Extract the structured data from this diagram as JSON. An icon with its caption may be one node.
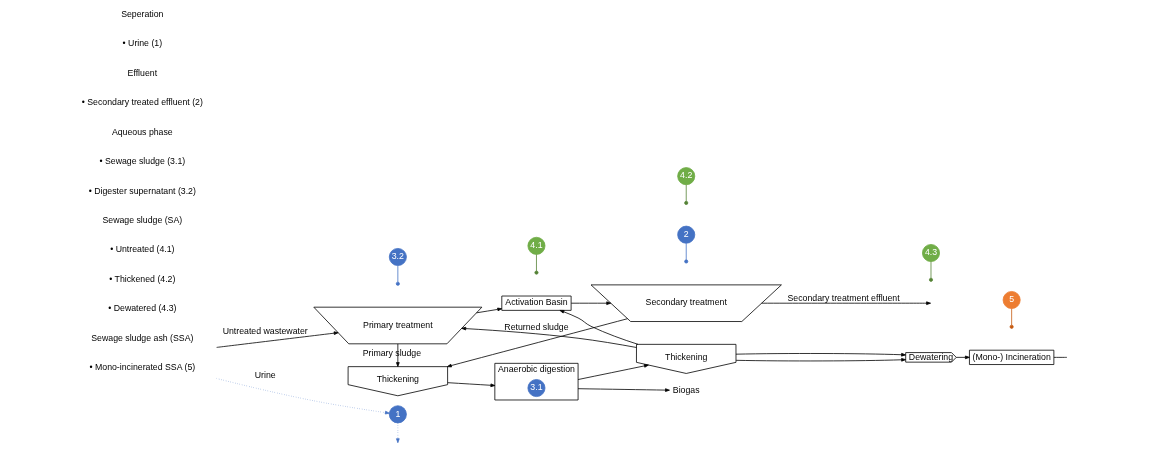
{
  "diagram": {
    "nodes": [
      {
        "text": [
          "1"
        ]
      },
      {
        "text": [
          "Primary treatment"
        ]
      },
      {
        "text": [
          "Activation Basin"
        ]
      },
      {
        "text": [
          "Secondary treatment"
        ]
      },
      {
        "text": [
          "2"
        ]
      },
      {
        "text": [
          "3.2"
        ]
      },
      {
        "text": [
          "Thickening"
        ]
      },
      {
        "text": [
          "Anaerobic digestion"
        ]
      },
      {
        "text": [
          "3.1"
        ],
        "in": 7
      },
      {
        "text": [
          "Biogas"
        ]
      },
      {
        "text": [
          "4.1"
        ]
      },
      {
        "text": [
          "Thickening"
        ]
      },
      {
        "text": [
          "4.2"
        ]
      },
      {
        "text": [
          "Dewatering"
        ]
      },
      {
        "text": [
          "4.3"
        ]
      },
      {
        "text": [
          "5"
        ]
      },
      {
        "text": [
          "(Mono-) Incineration"
        ]
      }
    ],
    "edges": [
      {
        "from": null,
        "to": 1,
        "arrow": "to",
        "label": "Untreated wastewater"
      },
      {
        "from": null,
        "to": 0,
        "arrow": "to",
        "label": "Urine",
        "style": "dashed",
        "color": "#4472c4"
      },
      {
        "from": 0,
        "to": null,
        "arrow": "to",
        "style": "dashed",
        "color": "#4472c4"
      },
      {
        "from": 1,
        "to": 2,
        "arrow": "to"
      },
      {
        "from": 2,
        "to": 3,
        "arrow": "to"
      },
      {
        "from": 3,
        "to": null,
        "arrow": "to",
        "label": "Secondary treatment effluent"
      },
      {
        "from": 4,
        "to": null,
        "arrow": "other",
        "color": "#4472c4"
      },
      {
        "from": 1,
        "to": 6,
        "arrow": "to",
        "label": "Primary sludge"
      },
      {
        "from": 3,
        "to": 6,
        "arrow": "to",
        "label": "Returned sludge"
      },
      {
        "from": 5,
        "to": null,
        "arrow": "other",
        "color": "#4472c4"
      },
      {
        "from": 6,
        "to": 7,
        "arrow": "to"
      },
      {
        "from": 7,
        "to": 9,
        "arrow": "to"
      },
      {
        "from": 7,
        "to": 11,
        "arrow": "to"
      },
      {
        "from": 10,
        "to": null,
        "arrow": "other",
        "color": "#548235"
      },
      {
        "from": 11,
        "to": 1,
        "arrow": "to"
      },
      {
        "from": 11,
        "to": 2,
        "arrow": "to"
      },
      {
        "from": 11,
        "to": 13,
        "arrow": "to"
      },
      {
        "from": 11,
        "to": 13,
        "arrow": "to"
      },
      {
        "from": 12,
        "to": null,
        "arrow": "other",
        "color": "#548235"
      },
      {
        "from": 13,
        "to": 16,
        "arrow": "to"
      },
      {
        "from": 14,
        "to": null,
        "arrow": "other",
        "color": "#548235"
      },
      {
        "from": 16,
        "to": null,
        "arrow": "none"
      },
      {
        "from": 15,
        "to": null,
        "arrow": "other",
        "color": "#c55a11"
      }
    ],
    "labels": [
      "Seperation",
      "• Urine (1)",
      "Effluent",
      "• Secondary treated effluent (2)",
      "Aqueous phase",
      "• Sewage sludge (3.1)",
      "• Digester supernatant (3.2)",
      "Sewage sludge (SA)",
      "• Untreated (4.1)",
      "• Thickened (4.2)",
      "• Dewatered (4.3)",
      "Sewage sludge ash (SSA)",
      "• Mono-incinerated SSA (5)"
    ]
  }
}
